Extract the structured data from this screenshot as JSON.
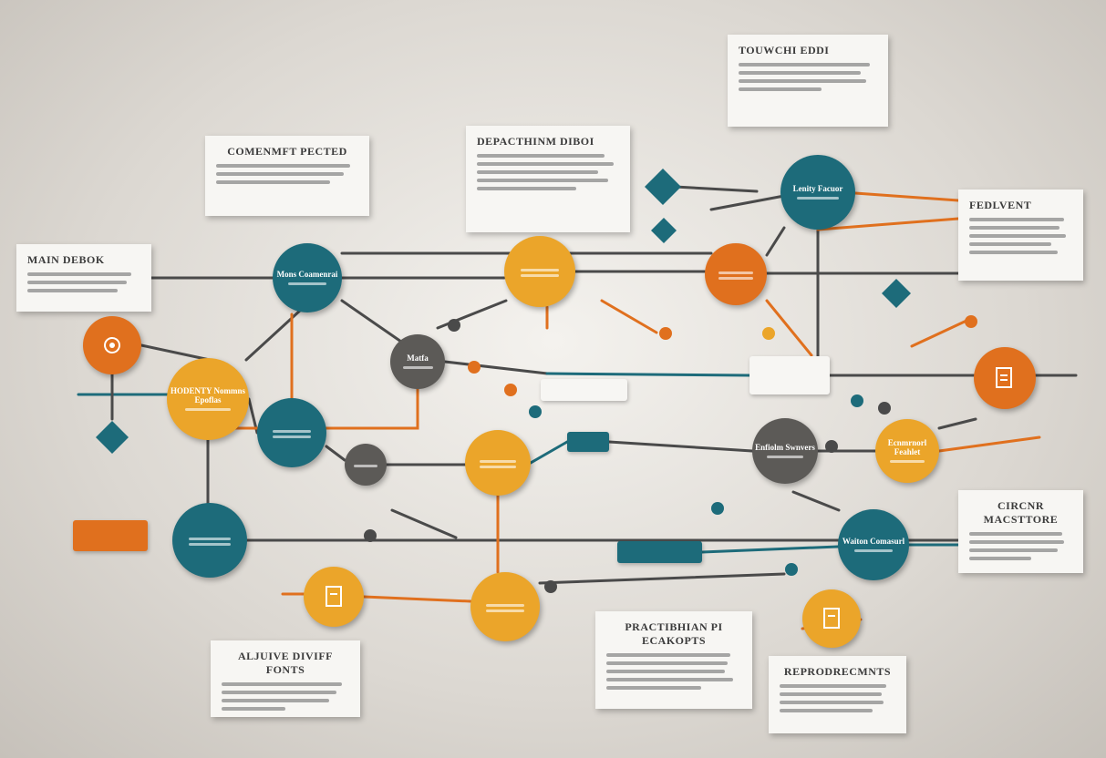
{
  "colors": {
    "teal": "#1d6b7a",
    "orange": "#e0701e",
    "amber": "#eba52a",
    "gray": "#5c5a57",
    "dark": "#4a4a4a"
  },
  "cards": [
    {
      "id": "touchstone",
      "title": "TOUWCHI EDDI"
    },
    {
      "id": "objective",
      "title": "DEPACTHINM DIBOI"
    },
    {
      "id": "commitment",
      "title": "COMENMFT PECTED"
    },
    {
      "id": "main-design",
      "title": "MAIN DEBOK"
    },
    {
      "id": "feedback",
      "title": "FEDLVENT"
    },
    {
      "id": "other",
      "title": "CIRCNR MACSTTORE"
    },
    {
      "id": "practical",
      "title": "PRACTIBHIAN PI ECAKOPTS"
    },
    {
      "id": "adjust",
      "title": "ALJUIVE DIVIFF FONTS"
    },
    {
      "id": "reproduce",
      "title": "REPRODRECMNTS"
    }
  ],
  "nodes": [
    {
      "id": "n1",
      "label": "Mons Coamenrai"
    },
    {
      "id": "n2",
      "label": "Lenity Facuor"
    },
    {
      "id": "n3",
      "label": "HODENTY Nommns Epoflas"
    },
    {
      "id": "n4",
      "label": "Matfa"
    },
    {
      "id": "n5",
      "label": "Enfiolm Swnvers"
    },
    {
      "id": "n6",
      "label": "Ecnmrnorl Feahlet"
    },
    {
      "id": "n7",
      "label": "Waiton Comasurl"
    }
  ]
}
